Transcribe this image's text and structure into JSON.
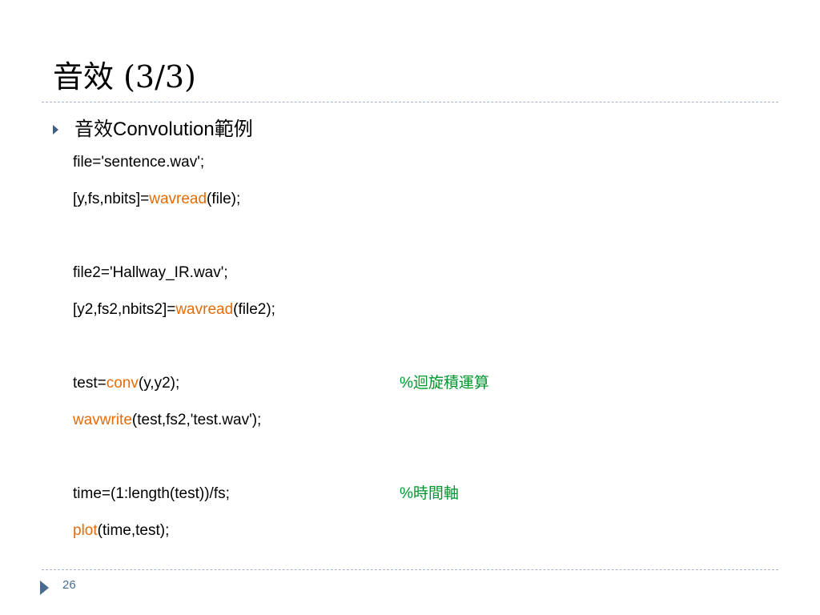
{
  "slide": {
    "title": "音效 (3/3)",
    "bullet": "音效Convolution範例",
    "page_number": "26"
  },
  "code": {
    "l1": "file='sentence.wav';",
    "l2_a": "[y,fs,nbits]=",
    "l2_fn": "wavread",
    "l2_b": "(file);",
    "l3": "file2='Hallway_IR.wav';",
    "l4_a": "[y2,fs2,nbits2]=",
    "l4_fn": "wavread",
    "l4_b": "(file2);",
    "l5_a": "test=",
    "l5_fn": "conv",
    "l5_b": "(y,y2);",
    "l5_comment": "%迴旋積運算",
    "l6_fn": "wavwrite",
    "l6_b": "(test,fs2,'test.wav');",
    "l7": "time=(1:length(test))/fs;",
    "l7_comment": "%時間軸",
    "l8_fn": "plot",
    "l8_b": "(time,test);"
  },
  "colors": {
    "function": "#e46c0a",
    "comment": "#00962d",
    "accent": "#4a6b90"
  },
  "icons": {
    "bullet": "triangle-right-icon",
    "footer": "triangle-right-icon"
  }
}
